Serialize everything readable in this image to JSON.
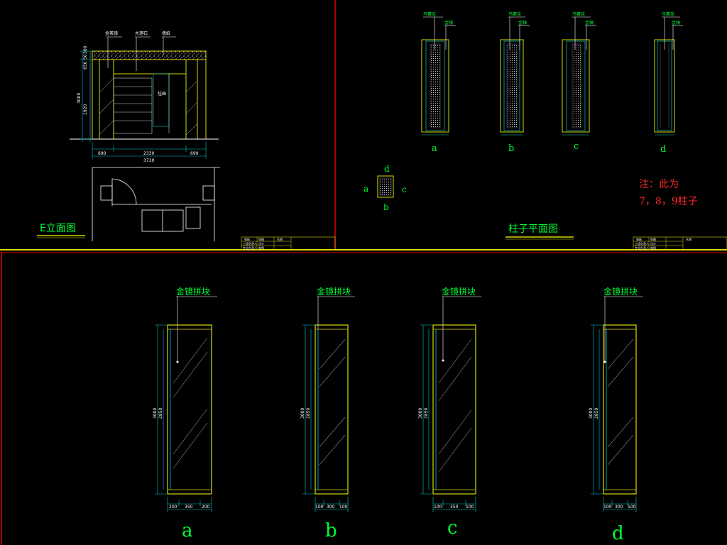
{
  "elevation_view": {
    "title": "E立面图",
    "labels": {
      "mirror": "金茶镜",
      "marble": "大理石",
      "paper": "墙纸",
      "hook": "挂画"
    },
    "dims_vertical": [
      "650",
      "50",
      "300",
      "3000",
      "1920"
    ],
    "dims_horizontal": [
      "690",
      "2330",
      "690"
    ],
    "dim_total": "3710"
  },
  "column_plan_view": {
    "title": "柱子平面图",
    "callout_marble": "马赛克",
    "callout_mirror": "金镜",
    "side_letters": [
      "a",
      "b",
      "c",
      "d"
    ],
    "key_letters": {
      "top": "d",
      "left": "a",
      "right": "c",
      "bottom": "b"
    },
    "note_line1": "注：此为",
    "note_line2": "7，8，9柱子",
    "note_color": "#ff2a2a"
  },
  "title_block": {
    "row1": [
      "审核",
      "审图"
    ],
    "row2": [
      "工程负责人",
      "设计"
    ],
    "row3": [
      "专业负责人",
      "制图"
    ],
    "name": "名称:"
  },
  "detail_views": {
    "callout": "金镜拼块",
    "height_dims": [
      "3000",
      "2850"
    ],
    "letters": [
      "a",
      "b",
      "c",
      "d"
    ],
    "width_dims": [
      [
        "200",
        "350",
        "200"
      ],
      [
        "100",
        "300",
        "100"
      ],
      [
        "100",
        "350",
        "100"
      ],
      [
        "100",
        "300",
        "100"
      ]
    ]
  },
  "colors": {
    "background": "#000000",
    "yellow": "#d8d800",
    "green": "#00ff33",
    "cyan": "#00c8c8",
    "red": "#e00000",
    "white": "#ffffff"
  }
}
